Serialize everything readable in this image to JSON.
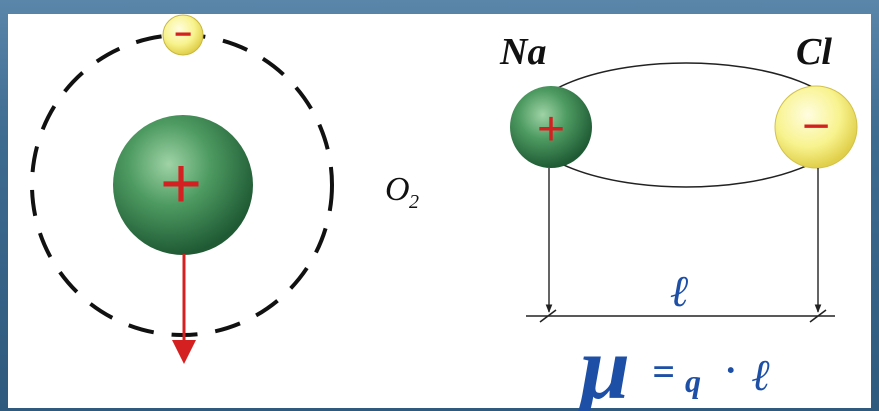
{
  "left_diagram": {
    "electron_sign": "−",
    "nucleus_sign": "+",
    "molecule_label": "O",
    "molecule_subscript": "2"
  },
  "right_diagram": {
    "atom_left_label": "Na",
    "atom_right_label": "Cl",
    "atom_left_sign": "+",
    "atom_right_sign": "−",
    "distance_label": "ℓ",
    "formula_mu": "μ",
    "formula_eq": "=",
    "formula_q": "q",
    "formula_dot": "·",
    "formula_l": "ℓ"
  },
  "colors": {
    "frame": "#3d6a8f",
    "green_atom": "#3f8a55",
    "yellow_atom": "#f6f08a",
    "red_sign": "#d42020",
    "arrow_red": "#d42020",
    "formula_blue": "#1d4fa6"
  }
}
